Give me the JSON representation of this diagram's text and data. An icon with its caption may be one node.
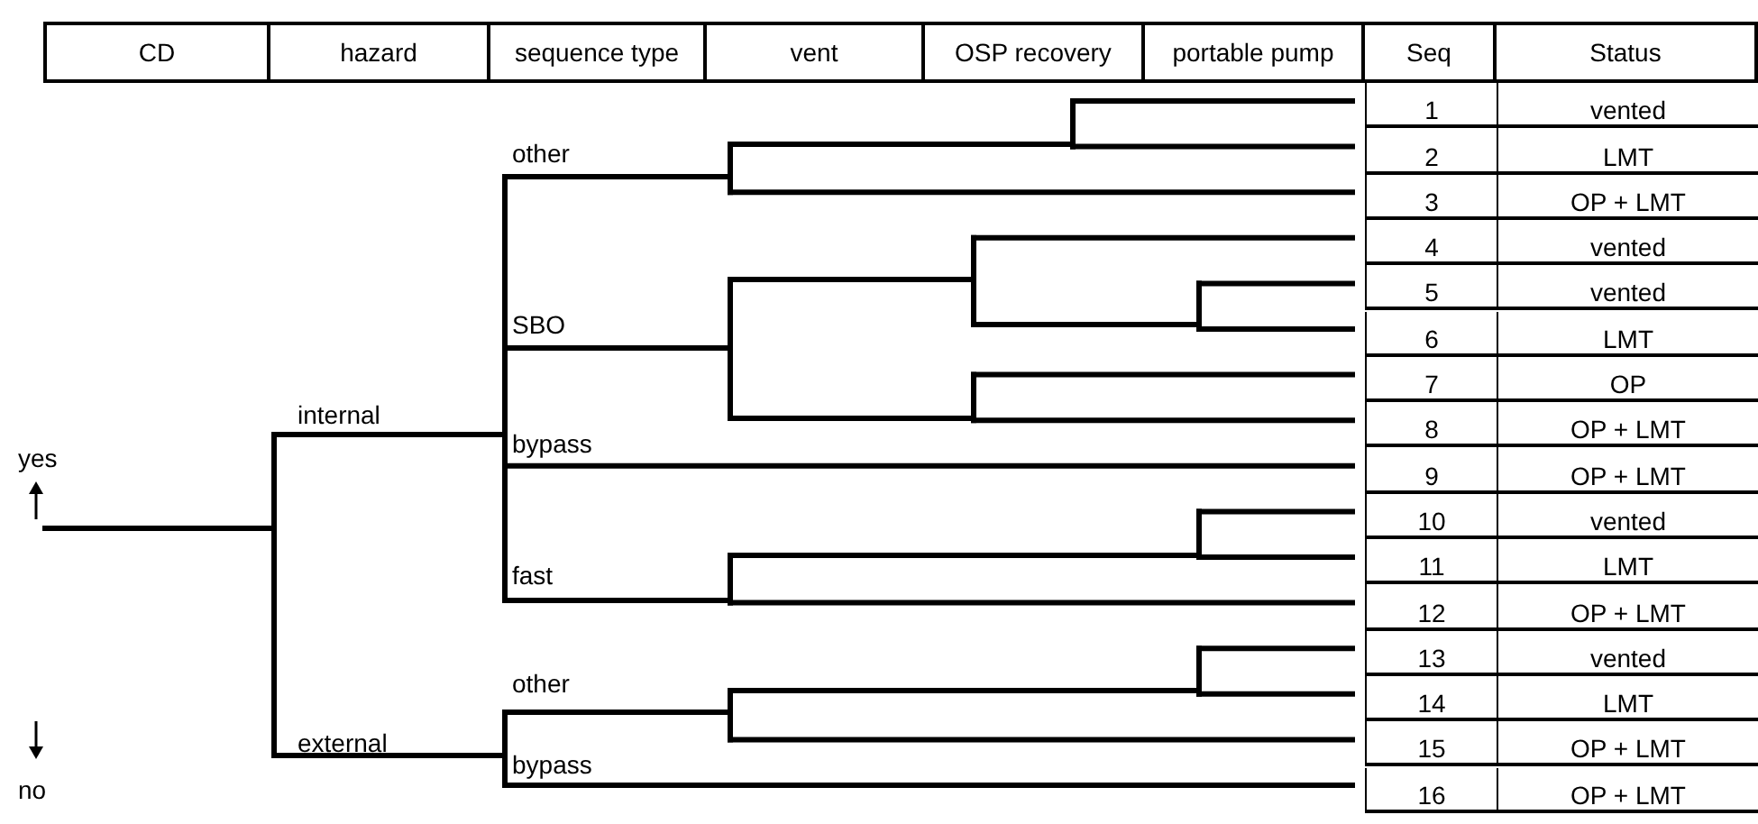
{
  "diagram": {
    "labels": [
      "CD",
      "hazard",
      "sequence type",
      "vent",
      "OSP recovery",
      "portable pump",
      "Seq",
      "Status",
      "1",
      "vented",
      "2",
      "LMT",
      "3",
      "OP + LMT",
      "4",
      "vented",
      "5",
      "vented",
      "6",
      "LMT",
      "7",
      "OP",
      "8",
      "OP + LMT",
      "9",
      "OP + LMT",
      "10",
      "vented",
      "11",
      "LMT",
      "12",
      "OP + LMT",
      "13",
      "vented",
      "14",
      "LMT",
      "15",
      "OP + LMT",
      "16",
      "OP + LMT",
      "internal",
      "external",
      "other",
      "SBO",
      "bypass",
      "fast",
      "other",
      "bypass",
      "yes",
      "no"
    ]
  }
}
